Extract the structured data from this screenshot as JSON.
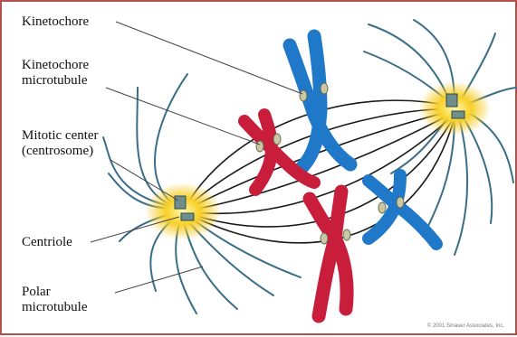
{
  "labels": {
    "kinetochore": "Kinetochore",
    "kinetochore_microtubule_line1": "Kinetochore",
    "kinetochore_microtubule_line2": "microtubule",
    "mitotic_center_line1": "Mitotic center",
    "mitotic_center_line2": "(centrosome)",
    "centriole": "Centriole",
    "polar_microtubule_line1": "Polar",
    "polar_microtubule_line2": "microtubule"
  },
  "credit": "© 2001 Sinauer Associates, Inc.",
  "colors": {
    "border": "#b4504a",
    "microtubule": "#3a6e87",
    "blue_chromosome": "#1f78c8",
    "red_chromosome": "#c81e3c",
    "centrosome_glow": "#f5c518",
    "centriole": "#6f8f8c",
    "kinetochore": "#c9c9a8"
  }
}
